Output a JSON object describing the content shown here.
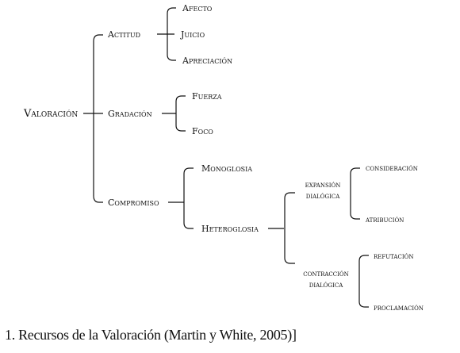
{
  "nodes": {
    "valoracion": "Valoración",
    "actitud": "Actitud",
    "afecto": "Afecto",
    "juicio": "Juicio",
    "apreciacion": "Apreciación",
    "gradacion": "Gradación",
    "fuerza": "Fuerza",
    "foco": "Foco",
    "compromiso": "Compromiso",
    "monoglosia": "Monoglosia",
    "heteroglosia": "Heteroglosia",
    "expansion_1": "expansión",
    "expansion_2": "dialógica",
    "consideracion": "consideración",
    "atribucion": "atribución",
    "contraccion_1": "contracción",
    "contraccion_2": "dialógica",
    "refutacion": "refutación",
    "proclamacion": "proclamación"
  },
  "caption": "1. Recursos de la Valoración (Martin y White, 2005)]",
  "colors": {
    "text": "#111111",
    "lines": "#111111",
    "background": "#ffffff"
  }
}
